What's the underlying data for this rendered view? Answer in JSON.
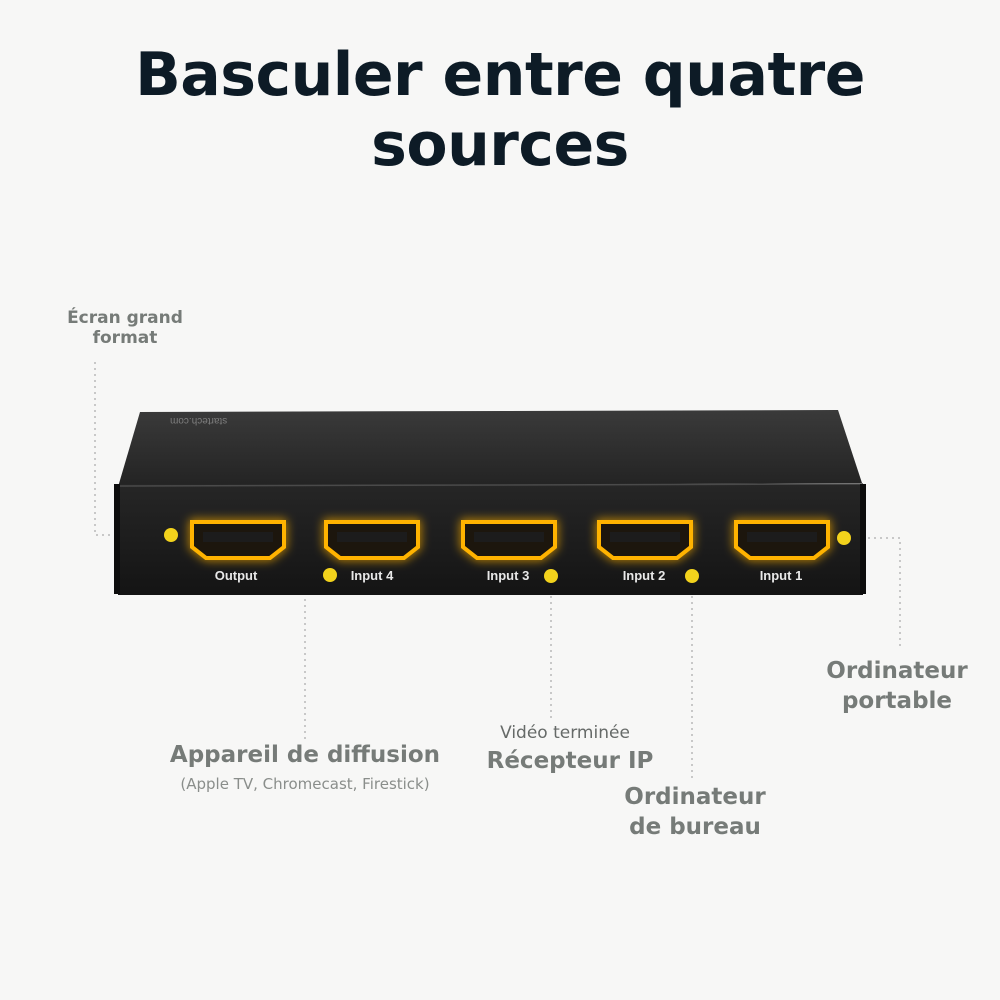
{
  "title": "Basculer entre quatre sources",
  "device": {
    "brand": "startech.com",
    "ports": [
      {
        "label": "Output"
      },
      {
        "label": "Input 4"
      },
      {
        "label": "Input 3"
      },
      {
        "label": "Input 2"
      },
      {
        "label": "Input 1"
      }
    ],
    "led_color": "#f2d21c",
    "port_glow_color": "#ffb300",
    "body_color": "#1d1d1d"
  },
  "callouts": {
    "screen": {
      "line1": "Écran grand",
      "line2": "format"
    },
    "laptop": {
      "line1": "Ordinateur",
      "line2": "portable"
    },
    "streaming": {
      "title": "Appareil de diffusion",
      "subtitle": "(Apple TV, Chromecast, Firestick)"
    },
    "ip_receiver": {
      "line1": "Vidéo terminée",
      "line2": "Récepteur IP"
    },
    "desktop": {
      "line1": "Ordinateur",
      "line2": "de bureau"
    }
  }
}
